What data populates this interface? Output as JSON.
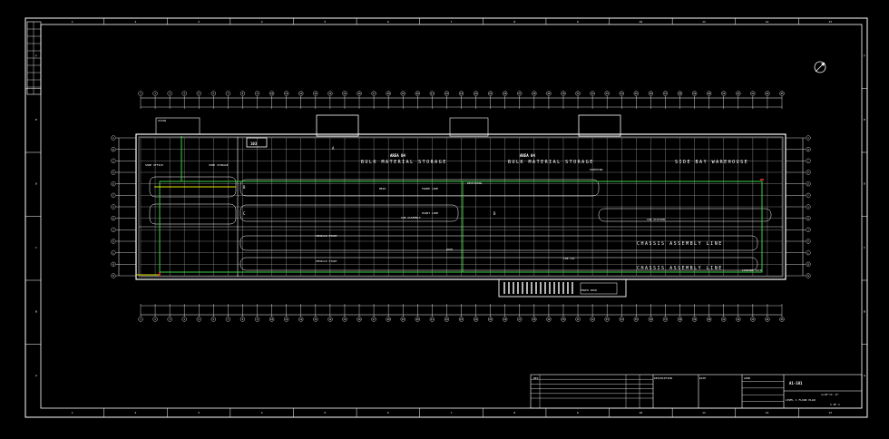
{
  "sheet": {
    "top_zones": [
      "1",
      "2",
      "3",
      "4",
      "5",
      "6",
      "7",
      "8",
      "9",
      "10",
      "11",
      "12",
      "13"
    ],
    "side_zones": [
      "A",
      "B",
      "C",
      "D",
      "E",
      "F"
    ],
    "north_label": "N"
  },
  "plan": {
    "column_labels": [
      "1",
      "2",
      "3",
      "4",
      "5",
      "6",
      "7",
      "8",
      "9",
      "10",
      "11",
      "12",
      "13",
      "14",
      "15",
      "16",
      "17",
      "18",
      "19",
      "20",
      "21",
      "22",
      "23",
      "24",
      "25",
      "26",
      "27",
      "28",
      "29",
      "30",
      "31",
      "32",
      "33",
      "34",
      "35",
      "36",
      "37",
      "38",
      "39",
      "40",
      "41",
      "42",
      "43",
      "44",
      "45"
    ],
    "row_labels": [
      "A",
      "B",
      "C",
      "D",
      "E",
      "F",
      "G",
      "H",
      "J",
      "K",
      "L",
      "M",
      "N"
    ],
    "areas": {
      "bulk_storage_1_code": "AREA 04",
      "bulk_storage_1": "BULK MATERIAL STORAGE",
      "bulk_storage_2_code": "AREA 04",
      "bulk_storage_2": "BULK MATERIAL STORAGE",
      "side_bay": "SIDE BAY WAREHOUSE",
      "chassis_line_1": "CHASSIS ASSEMBLY LINE",
      "chassis_line_2": "CHASSIS ASSEMBLY LINE",
      "vehicle_start_1": "VEHICLE START",
      "vehicle_start_2": "VEHICLE START",
      "cab_loc": "CAB LOC",
      "shop_office": "SHOP OFFICE",
      "shop_storage": "SHOP STORAGE",
      "frame_line": "FRAME LINE",
      "paint_line": "PAINT LINE",
      "receiving": "RECEIVING",
      "shipping": "SHIPPING",
      "stair": "STAIR",
      "dock": "DOCK",
      "cab_station": "CAB STATION",
      "sub_assembly": "SUB ASSEMBLY",
      "loading_dock": "LOADING DOCK",
      "truck_dock": "TRUCK DOCK",
      "mezz": "MEZZ",
      "area_a": "A",
      "area_b": "B",
      "area_c": "C",
      "area_d": "D",
      "room_id": "103"
    }
  },
  "title_block": {
    "revision_header": "REV",
    "description_header": "DESCRIPTION",
    "date_header": "DATE",
    "approved_header": "APPD",
    "drawing_no": "A1-101",
    "sheet_title": "LEVEL 1 FLOOR PLAN",
    "scale": "1/16\"=1'-0\"",
    "sheet": "1 OF 1"
  },
  "colors": {
    "line": "#ffffff",
    "path_green": "#3fd23f",
    "path_yellow": "#e6e600",
    "path_red": "#ff3030"
  }
}
